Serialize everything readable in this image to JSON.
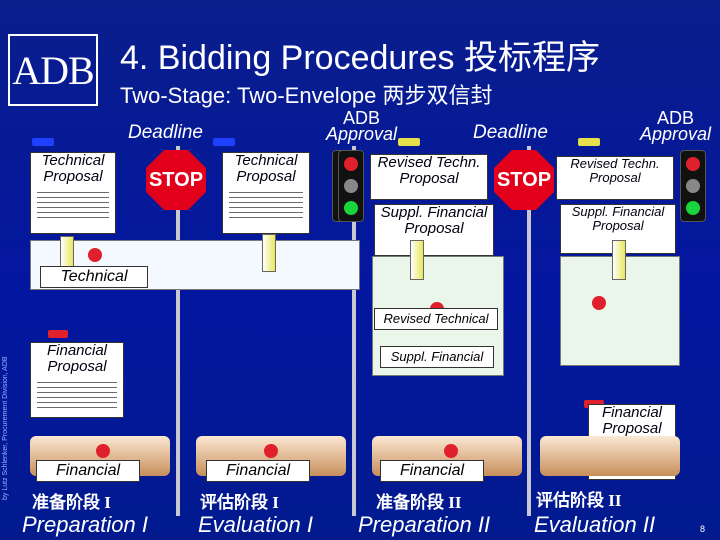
{
  "header": {
    "logo": "ADB",
    "title": "4. Bidding Procedures 投标程序",
    "subtitle": "Two-Stage: Two-Envelope 两步双信封"
  },
  "milestones": {
    "deadline1": "Deadline",
    "approval1_top": "ADB",
    "approval1_bottom": "Approval",
    "deadline2": "Deadline",
    "approval2_top": "ADB",
    "approval2_bottom": "Approval"
  },
  "docs": {
    "tech1": "Technical Proposal",
    "tech2": "Technical Proposal",
    "revised1": "Revised Techn. Proposal",
    "revised2": "Revised Techn. Proposal",
    "suppl1": "Suppl. Financial Proposal",
    "suppl2": "Suppl. Financial Proposal",
    "fin1": "Financial Proposal",
    "fin2": "Financial Proposal"
  },
  "stop_label": "STOP",
  "boxes": {
    "technical": "Technical",
    "revised_technical": "Revised Technical",
    "suppl_financial": "Suppl. Financial",
    "financial1": "Financial",
    "financial2": "Financial",
    "financial3": "Financial"
  },
  "stages": [
    {
      "cn": "准备阶段 I",
      "en": "Preparation I"
    },
    {
      "cn": "评估阶段 I",
      "en": "Evaluation I"
    },
    {
      "cn": "准备阶段 II",
      "en": "Preparation II"
    },
    {
      "cn": "评估阶段 II",
      "en": "Evaluation II"
    }
  ],
  "page_number": "8",
  "side_note": "by Lutz Schlenker, Procurement Division, ADB"
}
